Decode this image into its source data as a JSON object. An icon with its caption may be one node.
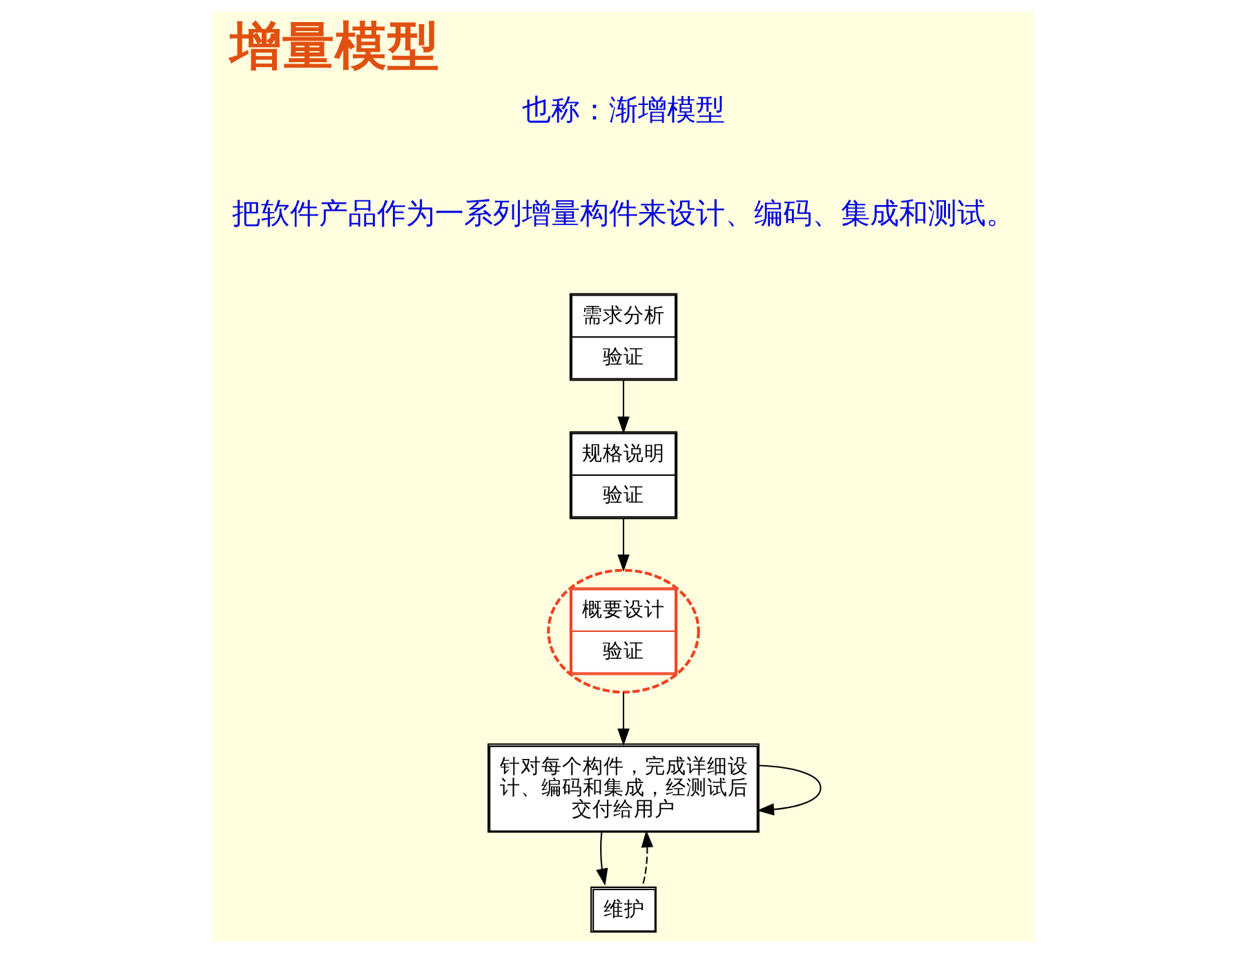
{
  "diagram": {
    "title": "增量模型",
    "nodes": [
      {
        "text": [
          "需求分析",
          "验证"
        ]
      },
      {
        "text": [
          "规格说明",
          "验证"
        ]
      },
      {
        "text": [
          "概要设计",
          "验证"
        ]
      },
      {
        "text": [
          "针对每个构件，完成详细设计、编码和集成，经测试后交付给用户"
        ]
      },
      {
        "text": [
          "维护"
        ]
      }
    ],
    "edges": [
      {
        "from": 0,
        "to": 1,
        "arrow": "to"
      },
      {
        "from": 1,
        "to": 2,
        "arrow": "to"
      },
      {
        "from": 2,
        "to": 3,
        "arrow": "to"
      },
      {
        "from": 3,
        "to": 3,
        "arrow": "to"
      },
      {
        "from": 3,
        "to": 4,
        "arrow": "to"
      },
      {
        "from": 4,
        "to": 3,
        "arrow": "to",
        "style": "dashed"
      }
    ],
    "labels": [
      "也称：渐增模型",
      "把软件产品作为一系列增量构件来设计、编码、集成和测试。"
    ]
  }
}
